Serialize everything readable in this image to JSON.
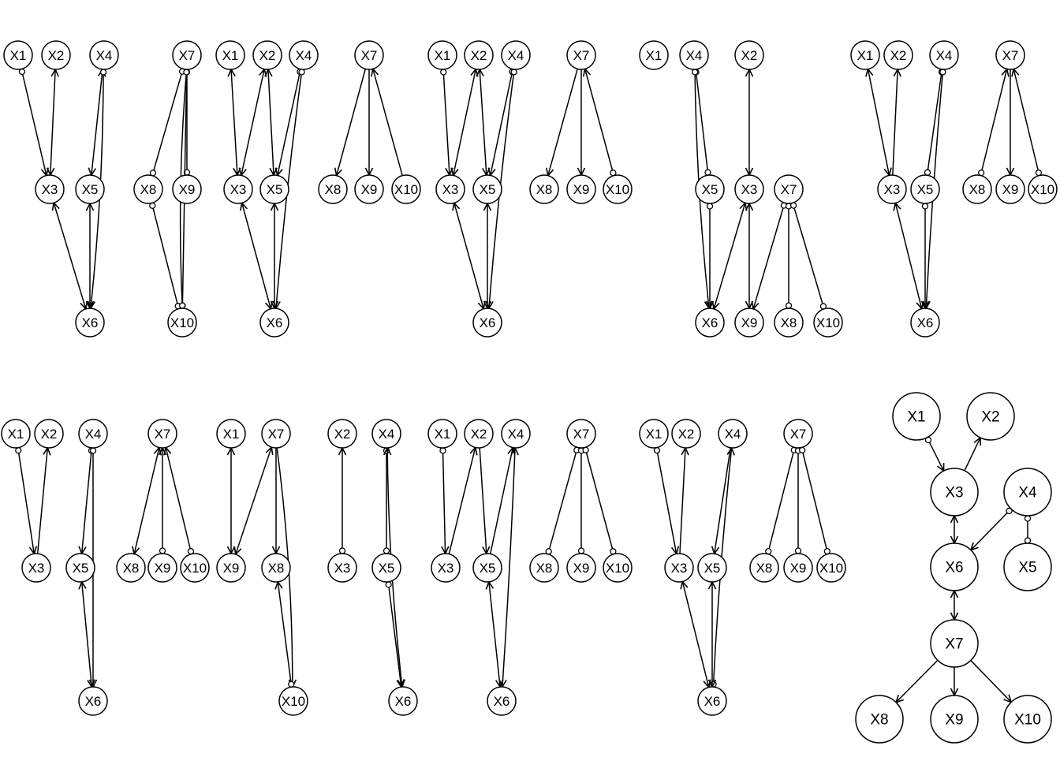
{
  "diagram": {
    "graphs": [
      {
        "id": "g1",
        "nodes": [
          "X1",
          "X2",
          "X4",
          "X3",
          "X5",
          "X6",
          "X7",
          "X8",
          "X9",
          "X10"
        ],
        "edges": [
          {
            "from": "X1",
            "to": "X3",
            "tail": "circle",
            "head": "arrow"
          },
          {
            "from": "X3",
            "to": "X2",
            "tail": "arrow",
            "head": "arrow"
          },
          {
            "from": "X4",
            "to": "X5",
            "tail": "arrow",
            "head": "arrow"
          },
          {
            "from": "X6",
            "to": "X4",
            "tail": "arrow",
            "head": "circle"
          },
          {
            "from": "X3",
            "to": "X6",
            "tail": "arrow",
            "head": "arrow"
          },
          {
            "from": "X5",
            "to": "X6",
            "tail": "arrow",
            "head": "arrow"
          },
          {
            "from": "X7",
            "to": "X8",
            "tail": "circle",
            "head": "circle"
          },
          {
            "from": "X7",
            "to": "X9",
            "tail": "circle",
            "head": "circle"
          },
          {
            "from": "X7",
            "to": "X10",
            "tail": "none",
            "head": "circle"
          },
          {
            "from": "X8",
            "to": "X10",
            "tail": "circle",
            "head": "circle"
          },
          {
            "from": "X10",
            "to": "X7",
            "tail": "circle",
            "head": "circle"
          }
        ]
      },
      {
        "id": "g2",
        "nodes": [
          "X1",
          "X2",
          "X4",
          "X3",
          "X5",
          "X6",
          "X7",
          "X8",
          "X9",
          "X10"
        ],
        "edges": [
          {
            "from": "X1",
            "to": "X3",
            "tail": "arrow",
            "head": "arrow"
          },
          {
            "from": "X2",
            "to": "X3",
            "tail": "arrow",
            "head": "arrow"
          },
          {
            "from": "X2",
            "to": "X5",
            "tail": "arrow",
            "head": "arrow"
          },
          {
            "from": "X4",
            "to": "X5",
            "tail": "circle",
            "head": "arrow"
          },
          {
            "from": "X4",
            "to": "X6",
            "tail": "circle",
            "head": "arrow"
          },
          {
            "from": "X3",
            "to": "X6",
            "tail": "arrow",
            "head": "arrow"
          },
          {
            "from": "X5",
            "to": "X6",
            "tail": "arrow",
            "head": "arrow"
          },
          {
            "from": "X7",
            "to": "X8",
            "tail": "none",
            "head": "arrow"
          },
          {
            "from": "X7",
            "to": "X9",
            "tail": "none",
            "head": "arrow"
          },
          {
            "from": "X10",
            "to": "X7",
            "tail": "none",
            "head": "arrow"
          }
        ]
      },
      {
        "id": "g3",
        "nodes": [
          "X1",
          "X2",
          "X4",
          "X3",
          "X5",
          "X6",
          "X7",
          "X8",
          "X9",
          "X10"
        ],
        "edges": [
          {
            "from": "X1",
            "to": "X3",
            "tail": "circle",
            "head": "arrow"
          },
          {
            "from": "X2",
            "to": "X3",
            "tail": "arrow",
            "head": "arrow"
          },
          {
            "from": "X2",
            "to": "X5",
            "tail": "arrow",
            "head": "arrow"
          },
          {
            "from": "X4",
            "to": "X5",
            "tail": "circle",
            "head": "arrow"
          },
          {
            "from": "X4",
            "to": "X6",
            "tail": "circle",
            "head": "arrow"
          },
          {
            "from": "X3",
            "to": "X6",
            "tail": "arrow",
            "head": "arrow"
          },
          {
            "from": "X5",
            "to": "X6",
            "tail": "arrow",
            "head": "arrow"
          },
          {
            "from": "X7",
            "to": "X8",
            "tail": "none",
            "head": "arrow"
          },
          {
            "from": "X7",
            "to": "X9",
            "tail": "none",
            "head": "arrow"
          },
          {
            "from": "X10",
            "to": "X7",
            "tail": "circle",
            "head": "arrow"
          }
        ]
      },
      {
        "id": "g4",
        "nodes": [
          "X1",
          "X4",
          "X2",
          "X5",
          "X3",
          "X7",
          "X6",
          "X9",
          "X8",
          "X10"
        ],
        "edges": [
          {
            "from": "X4",
            "to": "X5",
            "tail": "circle",
            "head": "circle"
          },
          {
            "from": "X4",
            "to": "X6",
            "tail": "circle",
            "head": "arrow"
          },
          {
            "from": "X5",
            "to": "X6",
            "tail": "circle",
            "head": "arrow"
          },
          {
            "from": "X2",
            "to": "X3",
            "tail": "arrow",
            "head": "arrow"
          },
          {
            "from": "X3",
            "to": "X6",
            "tail": "arrow",
            "head": "arrow"
          },
          {
            "from": "X3",
            "to": "X9",
            "tail": "arrow",
            "head": "arrow"
          },
          {
            "from": "X7",
            "to": "X9",
            "tail": "circle",
            "head": "arrow"
          },
          {
            "from": "X7",
            "to": "X8",
            "tail": "circle",
            "head": "circle"
          },
          {
            "from": "X7",
            "to": "X10",
            "tail": "circle",
            "head": "circle"
          }
        ]
      },
      {
        "id": "g5",
        "nodes": [
          "X1",
          "X2",
          "X4",
          "X3",
          "X5",
          "X6",
          "X7",
          "X8",
          "X9",
          "X10"
        ],
        "edges": [
          {
            "from": "X1",
            "to": "X3",
            "tail": "arrow",
            "head": "arrow"
          },
          {
            "from": "X3",
            "to": "X2",
            "tail": "none",
            "head": "arrow"
          },
          {
            "from": "X4",
            "to": "X5",
            "tail": "circle",
            "head": "circle"
          },
          {
            "from": "X4",
            "to": "X6",
            "tail": "circle",
            "head": "arrow"
          },
          {
            "from": "X3",
            "to": "X6",
            "tail": "arrow",
            "head": "arrow"
          },
          {
            "from": "X5",
            "to": "X6",
            "tail": "circle",
            "head": "arrow"
          },
          {
            "from": "X8",
            "to": "X7",
            "tail": "circle",
            "head": "arrow"
          },
          {
            "from": "X7",
            "to": "X9",
            "tail": "none",
            "head": "arrow"
          },
          {
            "from": "X10",
            "to": "X7",
            "tail": "circle",
            "head": "arrow"
          }
        ]
      },
      {
        "id": "g6",
        "nodes": [
          "X1",
          "X2",
          "X4",
          "X3",
          "X5",
          "X6",
          "X7",
          "X8",
          "X9",
          "X10"
        ],
        "edges": [
          {
            "from": "X1",
            "to": "X3",
            "tail": "circle",
            "head": "arrow"
          },
          {
            "from": "X3",
            "to": "X2",
            "tail": "none",
            "head": "arrow"
          },
          {
            "from": "X4",
            "to": "X5",
            "tail": "circle",
            "head": "arrow"
          },
          {
            "from": "X4",
            "to": "X6",
            "tail": "circle",
            "head": "arrow"
          },
          {
            "from": "X5",
            "to": "X6",
            "tail": "arrow",
            "head": "arrow"
          },
          {
            "from": "X8",
            "to": "X7",
            "tail": "arrow",
            "head": "arrow"
          },
          {
            "from": "X9",
            "to": "X7",
            "tail": "circle",
            "head": "arrow"
          },
          {
            "from": "X10",
            "to": "X7",
            "tail": "circle",
            "head": "arrow"
          }
        ]
      },
      {
        "id": "g7",
        "nodes": [
          "X1",
          "X7",
          "X2",
          "X4",
          "X9",
          "X8",
          "X3",
          "X5",
          "X10",
          "X6"
        ],
        "edges": [
          {
            "from": "X1",
            "to": "X9",
            "tail": "arrow",
            "head": "arrow"
          },
          {
            "from": "X9",
            "to": "X7",
            "tail": "arrow",
            "head": "arrow"
          },
          {
            "from": "X7",
            "to": "X8",
            "tail": "none",
            "head": "arrow"
          },
          {
            "from": "X7",
            "to": "X10",
            "tail": "none",
            "head": "arrow"
          },
          {
            "from": "X10",
            "to": "X8",
            "tail": "circle",
            "head": "arrow"
          },
          {
            "from": "X3",
            "to": "X2",
            "tail": "circle",
            "head": "arrow"
          },
          {
            "from": "X4",
            "to": "X5",
            "tail": "circle",
            "head": "circle"
          },
          {
            "from": "X5",
            "to": "X6",
            "tail": "circle",
            "head": "arrow"
          },
          {
            "from": "X6",
            "to": "X4",
            "tail": "arrow",
            "head": "arrow"
          }
        ]
      },
      {
        "id": "g8",
        "nodes": [
          "X1",
          "X2",
          "X4",
          "X3",
          "X5",
          "X6",
          "X7",
          "X8",
          "X9",
          "X10"
        ],
        "edges": [
          {
            "from": "X1",
            "to": "X3",
            "tail": "circle",
            "head": "arrow"
          },
          {
            "from": "X3",
            "to": "X2",
            "tail": "none",
            "head": "arrow"
          },
          {
            "from": "X2",
            "to": "X5",
            "tail": "none",
            "head": "arrow"
          },
          {
            "from": "X5",
            "to": "X4",
            "tail": "none",
            "head": "arrow"
          },
          {
            "from": "X5",
            "to": "X6",
            "tail": "arrow",
            "head": "arrow"
          },
          {
            "from": "X6",
            "to": "X4",
            "tail": "arrow",
            "head": "arrow"
          },
          {
            "from": "X7",
            "to": "X8",
            "tail": "circle",
            "head": "circle"
          },
          {
            "from": "X7",
            "to": "X9",
            "tail": "circle",
            "head": "circle"
          },
          {
            "from": "X7",
            "to": "X10",
            "tail": "circle",
            "head": "circle"
          }
        ]
      },
      {
        "id": "g9",
        "nodes": [
          "X1",
          "X2",
          "X4",
          "X3",
          "X5",
          "X6",
          "X7",
          "X8",
          "X9",
          "X10"
        ],
        "edges": [
          {
            "from": "X1",
            "to": "X3",
            "tail": "circle",
            "head": "arrow"
          },
          {
            "from": "X3",
            "to": "X2",
            "tail": "none",
            "head": "arrow"
          },
          {
            "from": "X4",
            "to": "X5",
            "tail": "none",
            "head": "arrow"
          },
          {
            "from": "X6",
            "to": "X4",
            "tail": "circle",
            "head": "arrow"
          },
          {
            "from": "X3",
            "to": "X6",
            "tail": "arrow",
            "head": "arrow"
          },
          {
            "from": "X5",
            "to": "X6",
            "tail": "arrow",
            "head": "arrow"
          },
          {
            "from": "X7",
            "to": "X8",
            "tail": "circle",
            "head": "circle"
          },
          {
            "from": "X7",
            "to": "X9",
            "tail": "circle",
            "head": "circle"
          },
          {
            "from": "X7",
            "to": "X10",
            "tail": "circle",
            "head": "circle"
          }
        ]
      },
      {
        "id": "g10",
        "nodes": [
          "X1",
          "X2",
          "X3",
          "X4",
          "X6",
          "X5",
          "X7",
          "X8",
          "X9",
          "X10"
        ],
        "edges": [
          {
            "from": "X1",
            "to": "X3",
            "tail": "circle",
            "head": "arrow"
          },
          {
            "from": "X3",
            "to": "X2",
            "tail": "none",
            "head": "arrow"
          },
          {
            "from": "X4",
            "to": "X6",
            "tail": "circle",
            "head": "arrow"
          },
          {
            "from": "X4",
            "to": "X5",
            "tail": "circle",
            "head": "circle"
          },
          {
            "from": "X3",
            "to": "X6",
            "tail": "arrow",
            "head": "arrow"
          },
          {
            "from": "X6",
            "to": "X7",
            "tail": "arrow",
            "head": "arrow"
          },
          {
            "from": "X7",
            "to": "X8",
            "tail": "none",
            "head": "arrow"
          },
          {
            "from": "X7",
            "to": "X9",
            "tail": "none",
            "head": "arrow"
          },
          {
            "from": "X7",
            "to": "X10",
            "tail": "none",
            "head": "arrow"
          }
        ]
      }
    ]
  }
}
